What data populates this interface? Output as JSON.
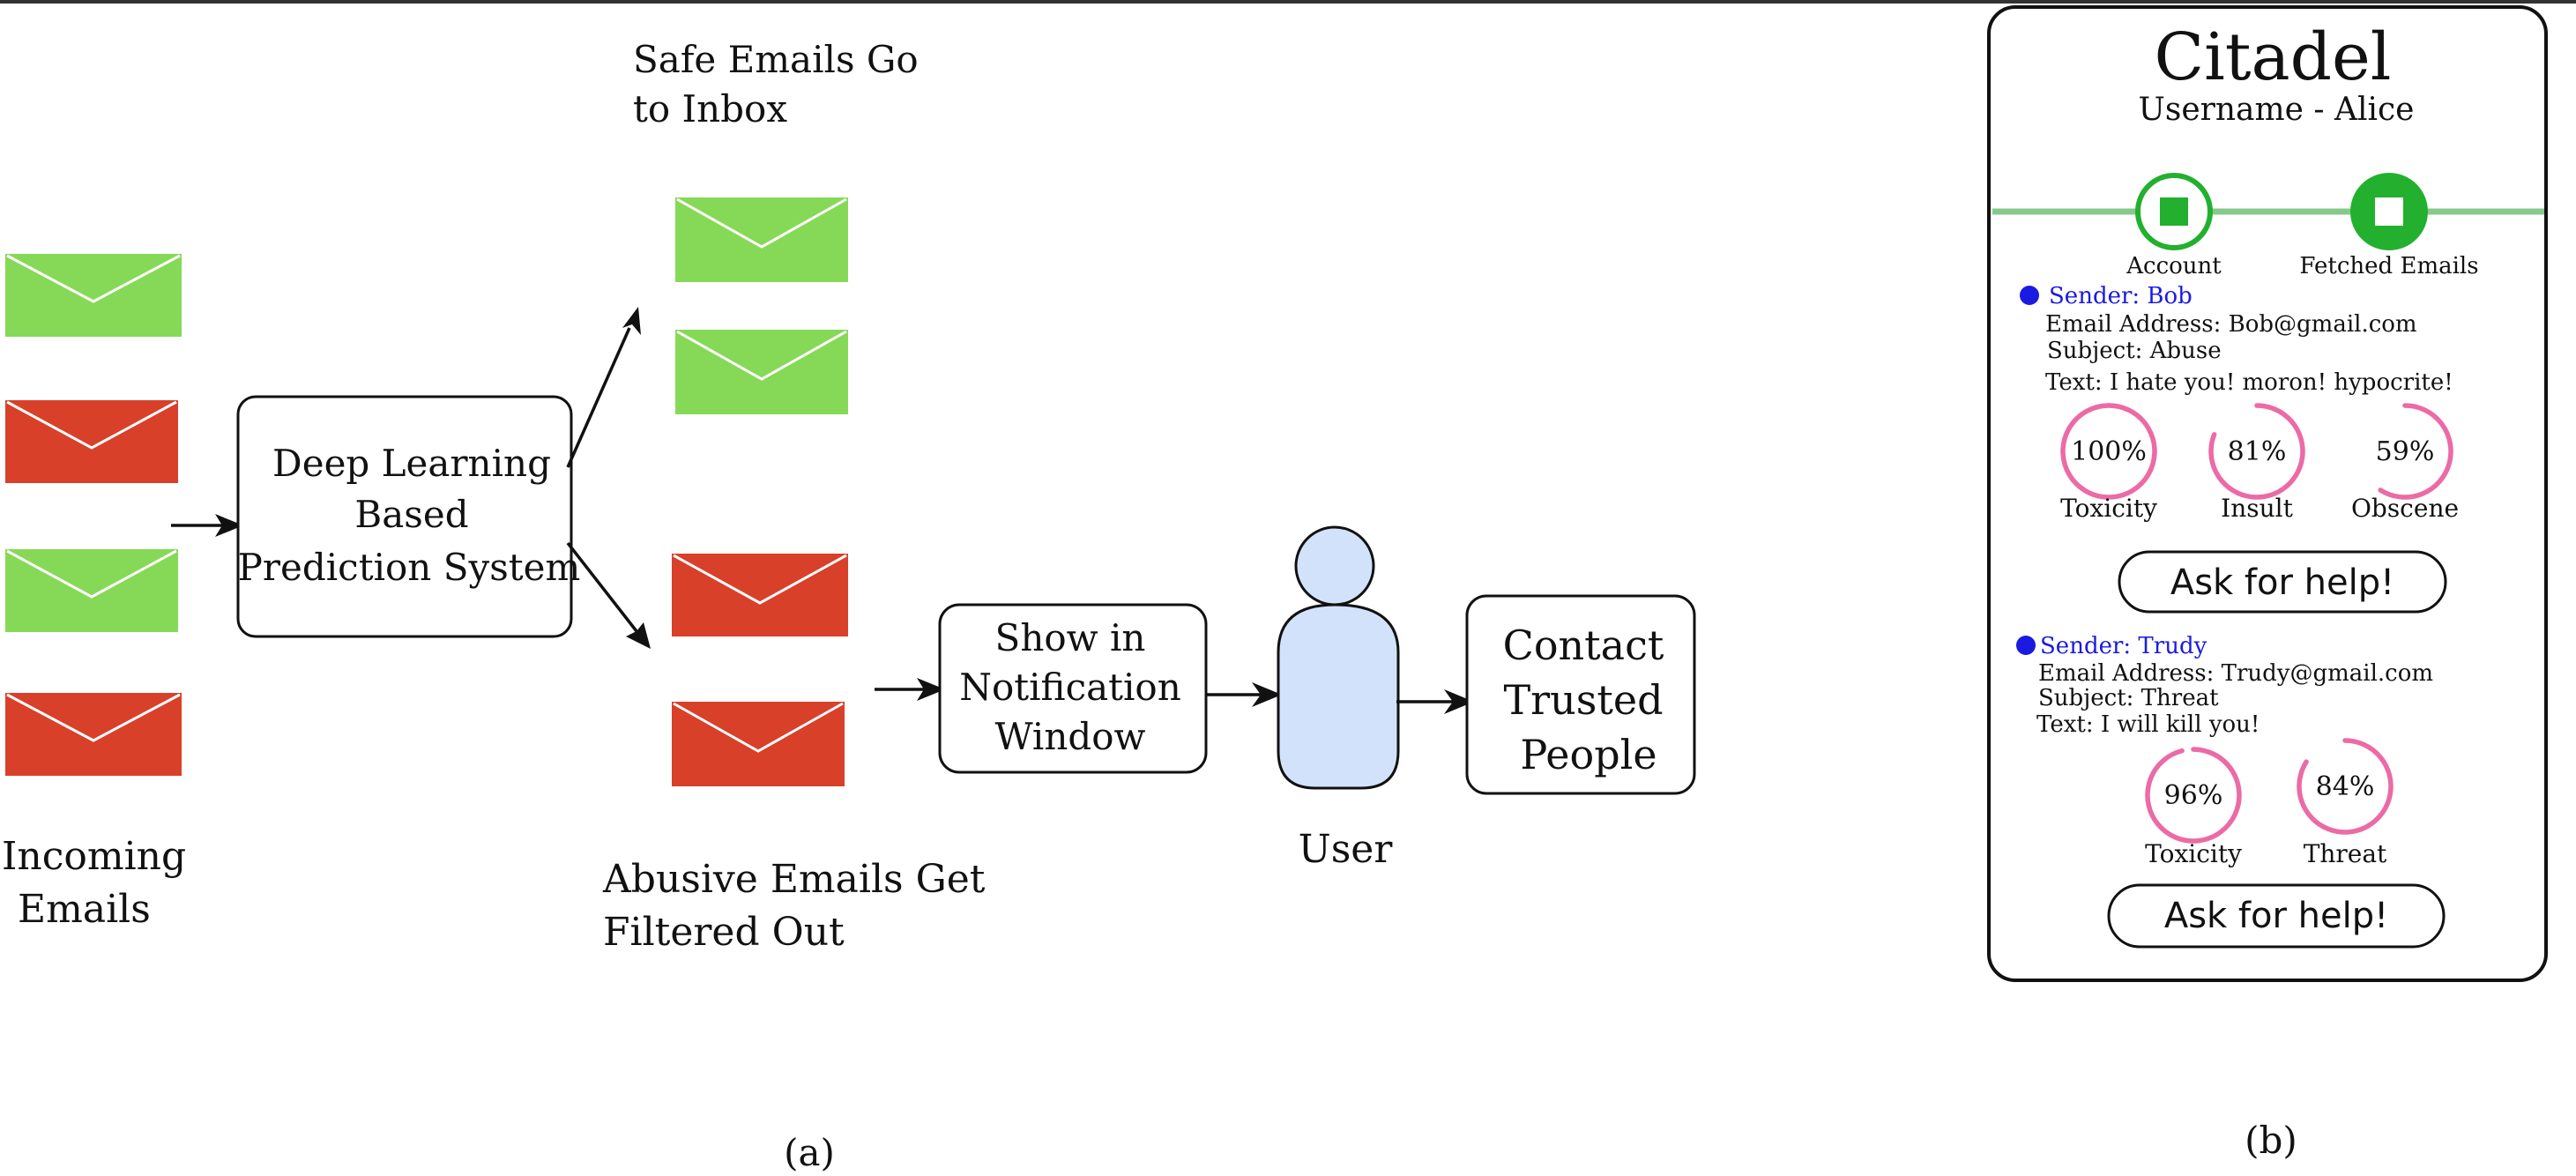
{
  "panel_a": {
    "incoming_label_1": "Incoming",
    "incoming_label_2": "Emails",
    "model_line_1": "Deep Learning",
    "model_line_2": "Based",
    "model_line_3": "Prediction System",
    "safe_line_1": "Safe Emails Go",
    "safe_line_2": "to Inbox",
    "abusive_line_1": "Abusive Emails Get",
    "abusive_line_2": "Filtered Out",
    "notify_line_1": "Show in",
    "notify_line_2": "Notification",
    "notify_line_3": "Window",
    "user_label": "User",
    "contact_line_1": "Contact",
    "contact_line_2": "Trusted",
    "contact_line_3": "People",
    "caption": "(a)"
  },
  "panel_b": {
    "app_title": "Citadel",
    "username": "Username - Alice",
    "step_account": "Account",
    "step_fetched": "Fetched Emails",
    "emails": [
      {
        "sender": "Sender: Bob",
        "address": "Email Address: Bob@gmail.com",
        "subject": "Subject: Abuse",
        "text": "Text: I hate you! moron! hypocrite!",
        "scores": [
          {
            "value": "100%",
            "label": "Toxicity",
            "fraction": 1.0
          },
          {
            "value": "81%",
            "label": "Insult",
            "fraction": 0.81
          },
          {
            "value": "59%",
            "label": "Obscene",
            "fraction": 0.59
          }
        ],
        "help": "Ask for help!"
      },
      {
        "sender": "Sender: Trudy",
        "address": "Email Address: Trudy@gmail.com",
        "subject": "Subject: Threat",
        "text": "Text: I will kill you!",
        "scores": [
          {
            "value": "96%",
            "label": "Toxicity",
            "fraction": 0.96
          },
          {
            "value": "84%",
            "label": "Threat",
            "fraction": 0.84
          }
        ],
        "help": "Ask for help!"
      }
    ],
    "caption": "(b)"
  },
  "colors": {
    "safe_green": "#86d957",
    "abusive_red": "#d8402a",
    "user_fill": "#d3e2fb",
    "stepper_green": "#22b02e",
    "score_pink": "#ec6aa6",
    "sender_blue": "#1a1ae0"
  }
}
